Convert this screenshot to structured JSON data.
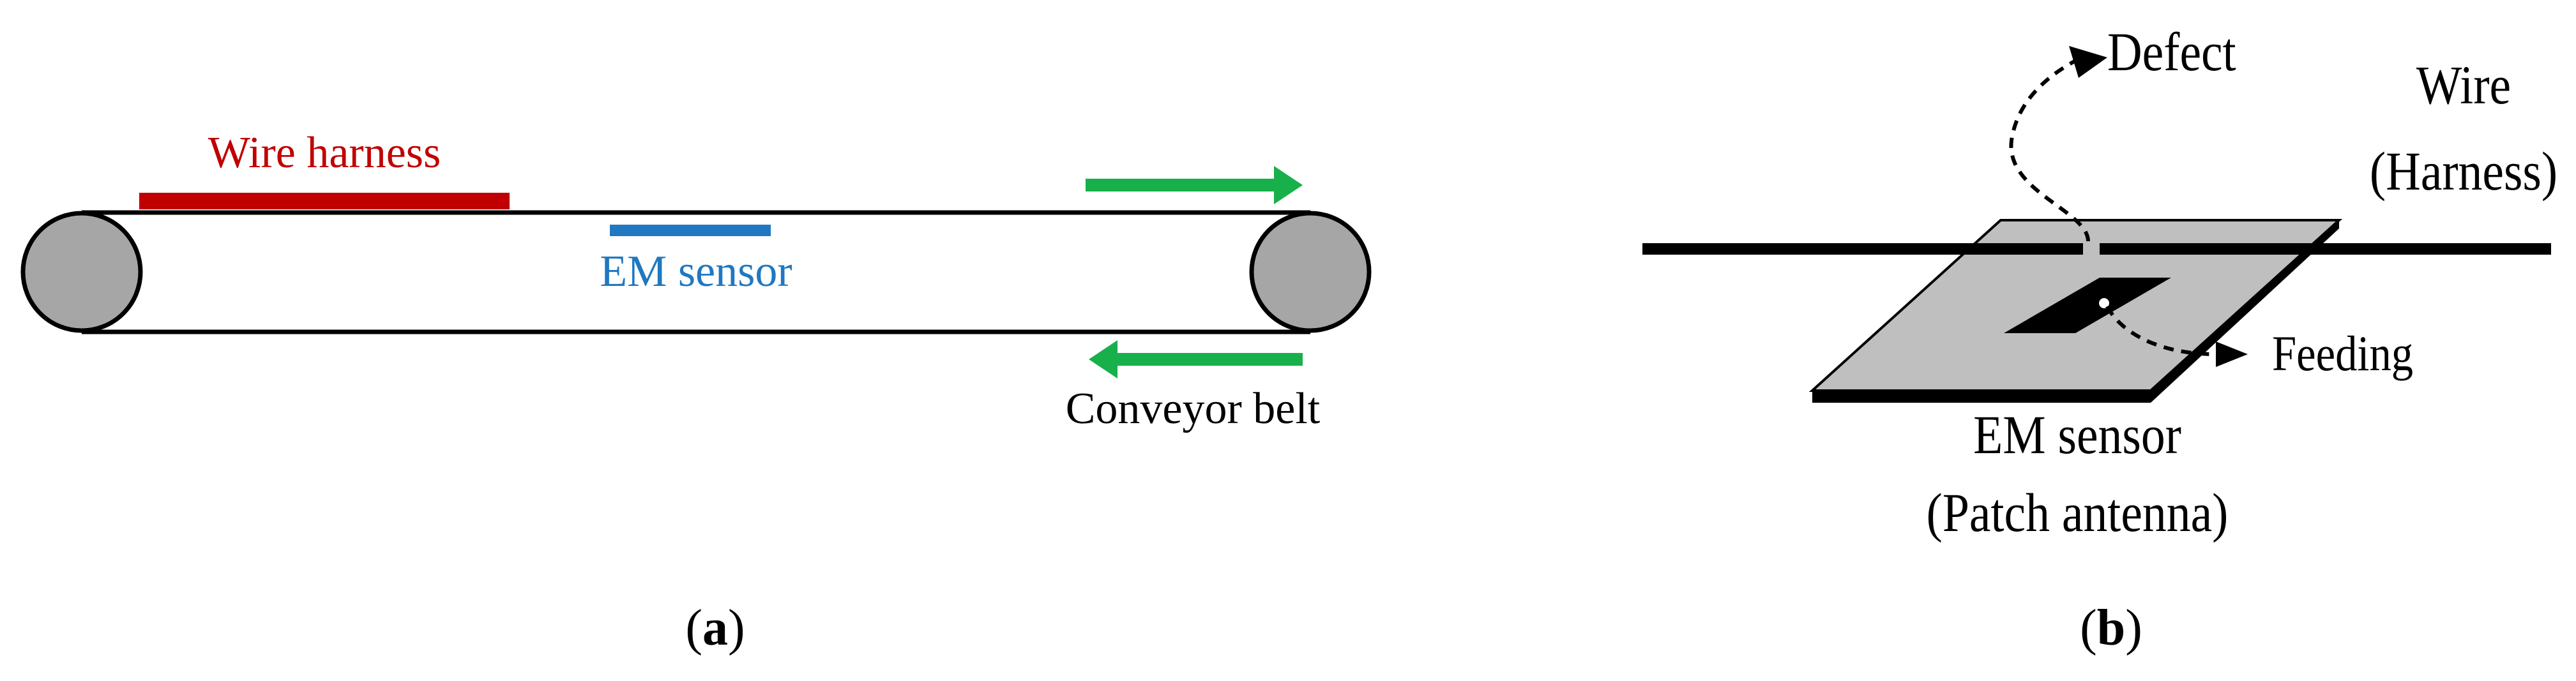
{
  "panel_a": {
    "wire_harness_label": "Wire harness",
    "em_sensor_label": "EM sensor",
    "conveyor_belt_label": "Conveyor belt",
    "caption_open": "(",
    "caption_letter": "a",
    "caption_close": ")"
  },
  "panel_b": {
    "defect_label": "Defect",
    "wire_label_line1": "Wire",
    "wire_label_line2": "(Harness)",
    "feeding_label": "Feeding",
    "em_sensor_line1": "EM sensor",
    "em_sensor_line2": "(Patch antenna)",
    "caption_open": "(",
    "caption_letter": "b",
    "caption_close": ")"
  },
  "colors": {
    "wire_harness": "#c00000",
    "em_sensor_a": "#1f78c1",
    "arrows": "#18b04a",
    "roller": "#a6a6a6",
    "patch": "#bfbfbf",
    "ink": "#000000"
  }
}
